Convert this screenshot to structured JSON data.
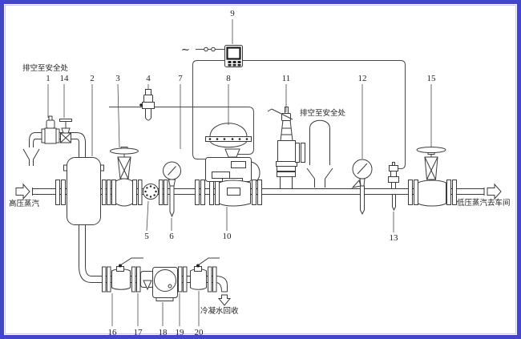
{
  "diagram": {
    "type": "piping-instrumentation-diagram",
    "colors": {
      "frame": "#4446c9",
      "frame_inner": "#c9caee",
      "line": "#3c3c3c",
      "background": "#ffffff"
    },
    "annotations": {
      "vent_left": "排空至安全处",
      "vent_right": "排空至安全处",
      "inlet": "高压蒸汽",
      "outlet": "低压蒸汽去车间",
      "condensate": "冷凝水回收",
      "ac": "∼"
    },
    "callouts": [
      {
        "n": "1",
        "target": "vent-relief-valve"
      },
      {
        "n": "2",
        "target": "steam-separator-tank"
      },
      {
        "n": "3",
        "target": "inlet-globe-valve"
      },
      {
        "n": "4",
        "target": "air-filter-regulator"
      },
      {
        "n": "5",
        "target": "strainer-disc"
      },
      {
        "n": "6",
        "target": "thermometer"
      },
      {
        "n": "7",
        "target": "signal-tube"
      },
      {
        "n": "8",
        "target": "control-valve-actuator"
      },
      {
        "n": "9",
        "target": "controller"
      },
      {
        "n": "10",
        "target": "control-valve-body"
      },
      {
        "n": "11",
        "target": "safety-valve"
      },
      {
        "n": "12",
        "target": "pressure-gauge"
      },
      {
        "n": "13",
        "target": "pressure-sensor"
      },
      {
        "n": "14",
        "target": "vent-globe-valve"
      },
      {
        "n": "15",
        "target": "outlet-globe-valve"
      },
      {
        "n": "16",
        "target": "condensate-valve-1"
      },
      {
        "n": "17",
        "target": "condensate-strainer"
      },
      {
        "n": "18",
        "target": "steam-trap"
      },
      {
        "n": "19",
        "target": "check-valve"
      },
      {
        "n": "20",
        "target": "condensate-valve-2"
      }
    ]
  }
}
